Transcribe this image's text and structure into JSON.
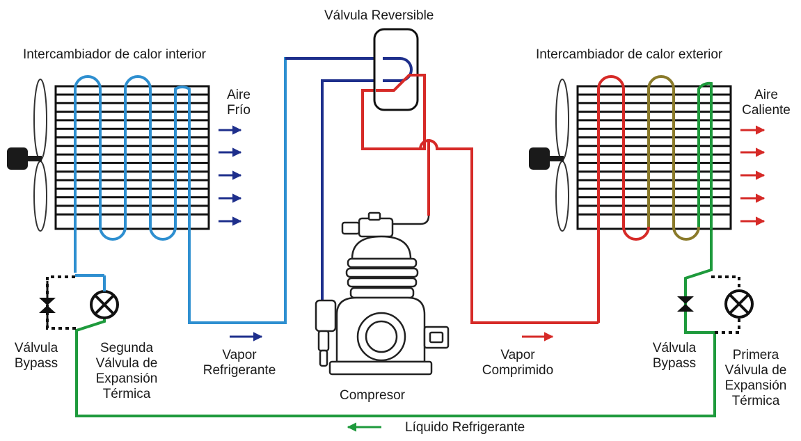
{
  "labels": {
    "indoor_exchanger": "Intercambiador de calor interior",
    "outdoor_exchanger": "Intercambiador de calor exterior",
    "reversing_valve": "Válvula Reversible",
    "cold_air": [
      "Aire",
      "Frío"
    ],
    "hot_air": [
      "Aire",
      "Caliente"
    ],
    "bypass_left": [
      "Válvula",
      "Bypass"
    ],
    "bypass_right": [
      "Válvula",
      "Bypass"
    ],
    "second_expansion": [
      "Segunda",
      "Válvula de",
      "Expansión",
      "Térmica"
    ],
    "first_expansion": [
      "Primera",
      "Válvula de",
      "Expansión",
      "Térmica"
    ],
    "vapor_refrigerant": [
      "Vapor",
      "Refrigerante"
    ],
    "compressed_vapor": [
      "Vapor",
      "Comprimido"
    ],
    "compressor": "Compresor",
    "liquid_refrigerant": "Líquido Refrigerante"
  },
  "colors": {
    "liquid_line": "#1e9a3c",
    "suction_line": "#1e2f8c",
    "indoor_line": "#2e8fd0",
    "discharge_line": "#d62a27",
    "outdoor_mid_coil": "#8a7a2a",
    "outline": "#111111"
  }
}
